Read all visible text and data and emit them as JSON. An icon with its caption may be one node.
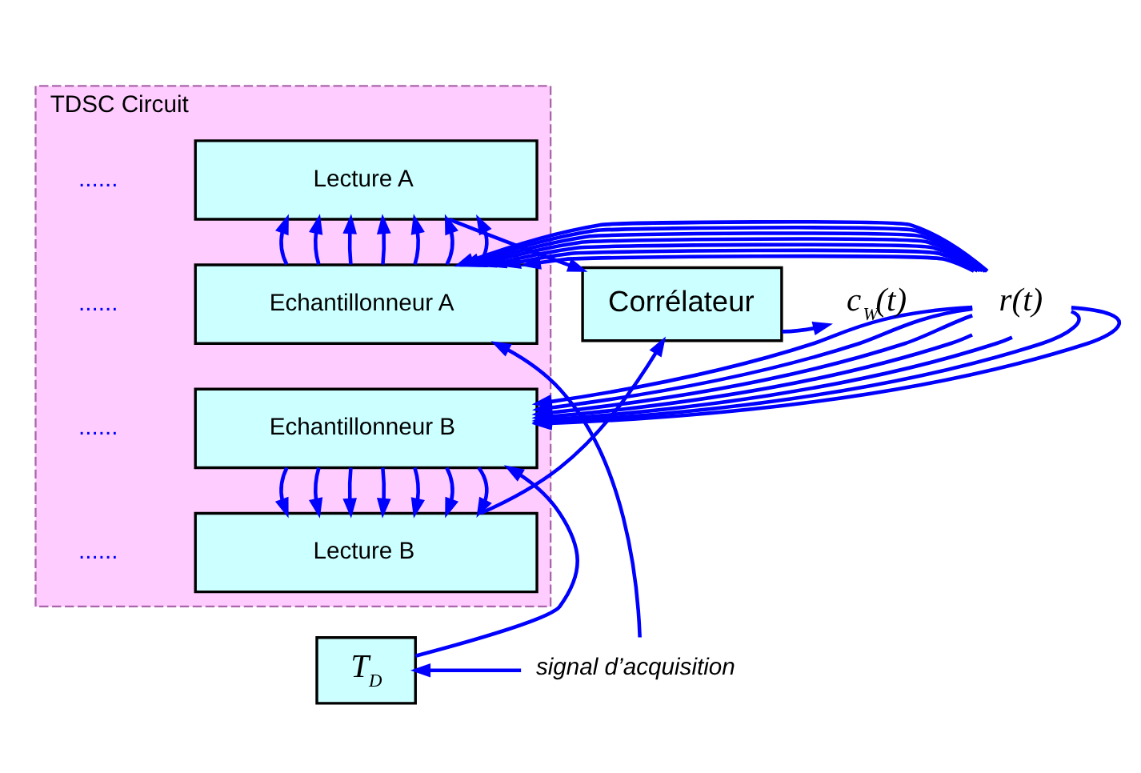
{
  "diagram": {
    "nodes": [
      {
        "text": [
          "TDSC Circuit"
        ]
      },
      {
        "text": [
          "Lecture A"
        ],
        "in": 0
      },
      {
        "text": [
          "Echantillonneur A"
        ],
        "in": 0
      },
      {
        "text": [
          "Echantillonneur B"
        ],
        "in": 0
      },
      {
        "text": [
          "Lecture B"
        ],
        "in": 0
      },
      {
        "text": [
          "r(t)"
        ]
      },
      {
        "text": [
          "Corrélateur"
        ]
      },
      {
        "text": [
          "c$_{W}$(t)"
        ]
      },
      {
        "text": [
          "T$_{D}$"
        ]
      },
      {
        "text": [
          "signal d’acquisition"
        ]
      }
    ],
    "edges": [
      {
        "from": 2,
        "to": 1,
        "arrow": "to"
      },
      {
        "from": 2,
        "to": 1,
        "arrow": "to"
      },
      {
        "from": 2,
        "to": 1,
        "arrow": "to"
      },
      {
        "from": 2,
        "to": 1,
        "arrow": "to"
      },
      {
        "from": 2,
        "to": 1,
        "arrow": "to"
      },
      {
        "from": 2,
        "to": 1,
        "arrow": "to"
      },
      {
        "from": 2,
        "to": 1,
        "arrow": "to"
      },
      {
        "from": 5,
        "to": 2,
        "arrow": "to"
      },
      {
        "from": 5,
        "to": 2,
        "arrow": "to"
      },
      {
        "from": 5,
        "to": 2,
        "arrow": "to"
      },
      {
        "from": 5,
        "to": 2,
        "arrow": "to"
      },
      {
        "from": 5,
        "to": 2,
        "arrow": "to"
      },
      {
        "from": 5,
        "to": 2,
        "arrow": "to"
      },
      {
        "from": 5,
        "to": 2,
        "arrow": "to"
      },
      {
        "from": 5,
        "to": 3,
        "arrow": "to"
      },
      {
        "from": 5,
        "to": 3,
        "arrow": "to"
      },
      {
        "from": 5,
        "to": 3,
        "arrow": "to"
      },
      {
        "from": 5,
        "to": 3,
        "arrow": "to"
      },
      {
        "from": 5,
        "to": 3,
        "arrow": "to"
      },
      {
        "from": 5,
        "to": 3,
        "arrow": "to"
      },
      {
        "from": 5,
        "to": 3,
        "arrow": "to"
      },
      {
        "from": 3,
        "to": 4,
        "arrow": "to"
      },
      {
        "from": 3,
        "to": 4,
        "arrow": "to"
      },
      {
        "from": 3,
        "to": 4,
        "arrow": "to"
      },
      {
        "from": 3,
        "to": 4,
        "arrow": "to"
      },
      {
        "from": 3,
        "to": 4,
        "arrow": "to"
      },
      {
        "from": 3,
        "to": 4,
        "arrow": "to"
      },
      {
        "from": 3,
        "to": 4,
        "arrow": "to"
      },
      {
        "from": 1,
        "to": 6,
        "arrow": "to"
      },
      {
        "from": 4,
        "to": 6,
        "arrow": "to"
      },
      {
        "from": 6,
        "to": 7,
        "arrow": "to"
      },
      {
        "from": 9,
        "to": 2,
        "arrow": "to"
      },
      {
        "from": 9,
        "to": 8,
        "arrow": "to"
      },
      {
        "from": 8,
        "to": 3,
        "arrow": "to"
      }
    ],
    "labels": [
      "......",
      "......",
      "......",
      "......"
    ]
  }
}
